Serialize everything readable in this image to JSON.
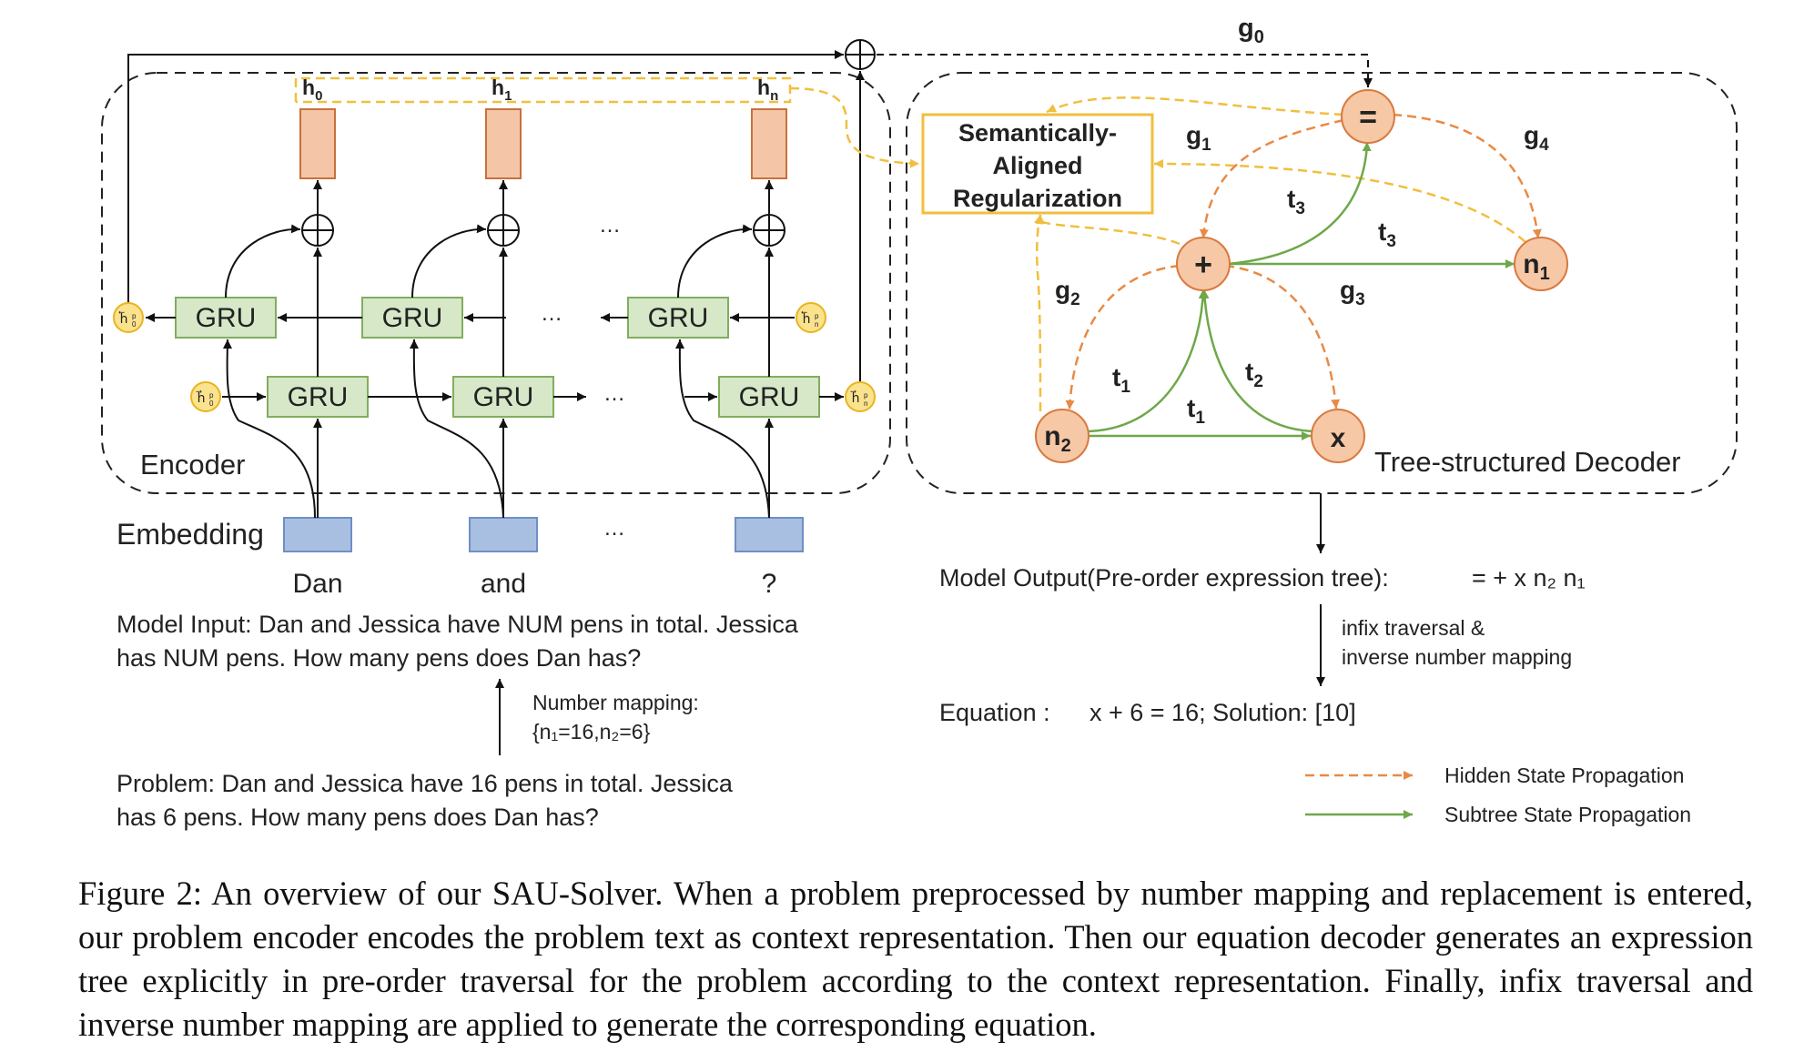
{
  "encoder": {
    "label": "Encoder",
    "embedding_label": "Embedding",
    "hidden_labels": [
      "h",
      "h",
      "h"
    ],
    "hidden_subscripts": [
      "0",
      "1",
      "n"
    ],
    "gru_label": "GRU",
    "ellipsis": "…",
    "tokens": [
      "Dan",
      "and",
      "?"
    ],
    "h0_back": "h⃖",
    "hn_back": "h⃖",
    "h0_fwd": "h⃗",
    "hn_fwd": "h⃗",
    "circle_sub_0": "0",
    "circle_sub_n": "n",
    "circle_sup": "p"
  },
  "model_input": {
    "line1": "Model Input: Dan and Jessica have NUM pens in total. Jessica",
    "line2": "has NUM pens. How many pens does Dan has?"
  },
  "number_mapping": {
    "title": "Number mapping:",
    "value": "{n₁=16,n₂=6}"
  },
  "problem": {
    "line1": "Problem: Dan and Jessica have 16 pens in total. Jessica",
    "line2": "has 6 pens. How many pens does Dan has?"
  },
  "regularization": {
    "line1": "Semantically-",
    "line2": "Aligned",
    "line3": "Regularization"
  },
  "decoder": {
    "label": "Tree-structured Decoder",
    "nodes": {
      "eq": "=",
      "plus": "+",
      "n1": "n",
      "n1_sub": "1",
      "n2": "n",
      "n2_sub": "2",
      "x": "x"
    },
    "g_labels": {
      "g0": "g",
      "g0_sub": "0",
      "g1": "g",
      "g1_sub": "1",
      "g2": "g",
      "g2_sub": "2",
      "g3": "g",
      "g3_sub": "3",
      "g4": "g",
      "g4_sub": "4"
    },
    "t_labels": {
      "t1a": "t",
      "t1a_sub": "1",
      "t1b": "t",
      "t1b_sub": "1",
      "t2": "t",
      "t2_sub": "2",
      "t3a": "t",
      "t3a_sub": "3",
      "t3b": "t",
      "t3b_sub": "3"
    }
  },
  "output": {
    "model_output_label": "Model Output(Pre-order expression tree):",
    "model_output_value": "= + x n₂ n₁",
    "step_line1": "infix traversal  &",
    "step_line2": "inverse number mapping",
    "equation_label": "Equation :",
    "equation_value": "x + 6 = 16; Solution: [10]"
  },
  "legend": {
    "hidden": "Hidden State Propagation",
    "subtree": "Subtree State Propagation"
  },
  "caption": {
    "text": "Figure 2: An overview of our SAU-Solver. When a problem preprocessed by number mapping and replacement is entered, our problem encoder encodes the problem text as context representation. Then our equation decoder generates an expression tree explicitly in pre-order traversal for the problem according to the context representation. Finally, infix traversal and inverse number mapping are applied to generate the corresponding equation."
  },
  "colors": {
    "gru_fill": "#d6e8c8",
    "gru_stroke": "#82ad5f",
    "hidden_fill": "#f4c5a7",
    "hidden_stroke": "#c9703d",
    "embed_fill": "#a9bfe2",
    "embed_stroke": "#6f8fc4",
    "node_fill": "#f6c8a6",
    "node_stroke": "#d9793f",
    "orange_dash": "#e88a45",
    "yellow_dash": "#f1bf3f",
    "green": "#6ea84a",
    "state_fill": "#fbe28d",
    "state_stroke": "#e9b420"
  }
}
